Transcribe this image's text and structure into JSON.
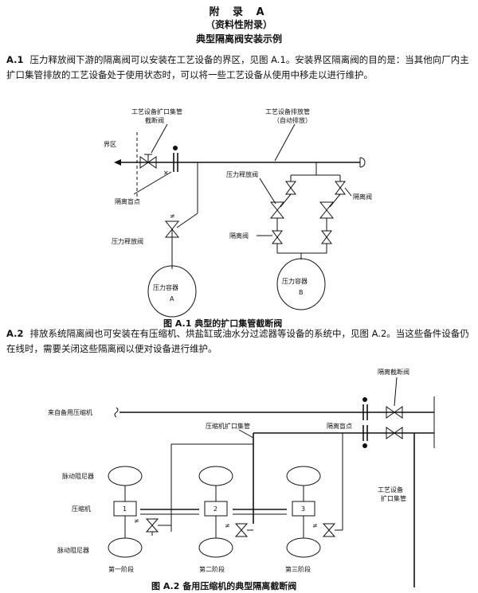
{
  "header": {
    "appendix": "附 录 A",
    "type": "（资料性附录）",
    "title": "典型隔离阀安装示例"
  },
  "sections": [
    {
      "num": "A.1",
      "text": "压力释放阀下游的隔离阀可以安装在工艺设备的界区，见图 A.1。安装界区隔离阀的目的是：当其他向厂内主扩口集管排放的工艺设备处于使用状态时，可以将一些工艺设备从使用中移走以进行维护。"
    },
    {
      "num": "A.2",
      "text": "排放系统隔离阀也可安装在有压缩机、烘盐缸或油水分过滤器等设备的系统中，见图 A.2。当这些备件设备仍在线时，需要关闭这些隔离阀以便对设备进行维护。"
    }
  ],
  "figure1": {
    "caption": "图 A.1 典型的扩口集管截断阀",
    "labels": {
      "header_valve": [
        "工艺设备扩口集管",
        "截断阀"
      ],
      "boundary": "界区",
      "blind": "隔离盲点",
      "discharge": [
        "工艺设备排放管",
        "（自动排放）"
      ],
      "psv_left": "压力释放阀",
      "psv_right": "压力释放阀",
      "iso_upper": "隔离阀",
      "iso_lower": "隔离阀",
      "vessel_a": [
        "压力容器",
        "A"
      ],
      "vessel_b": [
        "压力容器",
        "B"
      ]
    }
  },
  "figure2": {
    "caption": "图 A.2 备用压缩机的典型隔离截断阀",
    "labels": {
      "cut_valve": "隔离截断阀",
      "from_spare": "来自备用压缩机",
      "comp_header": "压缩机扩口集管",
      "blind": "隔离盲点",
      "damper_top": "脉动阻尼器",
      "compressor": "压缩机",
      "damper_bottom": "脉动阻尼器",
      "process_header": [
        "工艺设备",
        "扩口集管"
      ],
      "stages": [
        "第一阶段",
        "第二阶段",
        "第三阶段"
      ],
      "stage_nums": [
        "1",
        "2",
        "3"
      ]
    }
  }
}
